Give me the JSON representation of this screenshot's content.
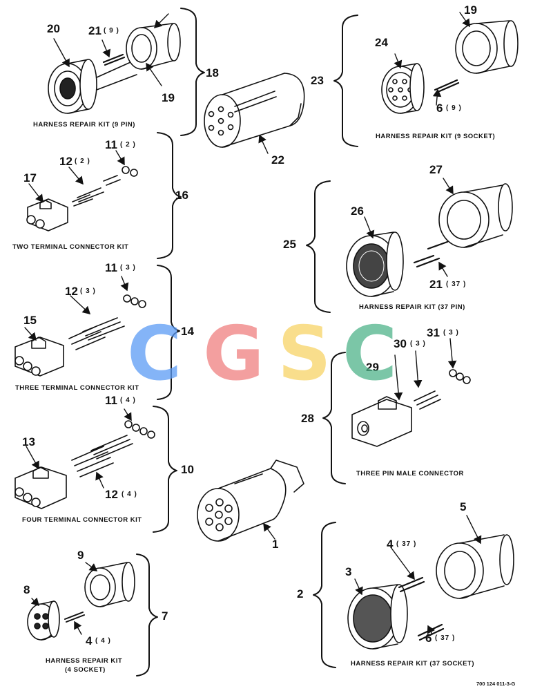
{
  "callouts": {
    "n1": "1",
    "n2": "2",
    "n3": "3",
    "n4a": "4",
    "n4b": "4",
    "n5": "5",
    "n6a": "6",
    "n6b": "6",
    "n7": "7",
    "n8": "8",
    "n9": "9",
    "n10": "10",
    "n11a": "11",
    "n11b": "11",
    "n11c": "11",
    "n12a": "12",
    "n12b": "12",
    "n12c": "12",
    "n13": "13",
    "n14": "14",
    "n15": "15",
    "n16": "16",
    "n17": "17",
    "n18": "18",
    "n19a": "19",
    "n19b": "19",
    "n20": "20",
    "n21a": "21",
    "n21b": "21",
    "n22": "22",
    "n23": "23",
    "n24": "24",
    "n25": "25",
    "n26": "26",
    "n27": "27",
    "n28": "28",
    "n29": "29",
    "n30": "30",
    "n31": "31"
  },
  "quantities": {
    "q21a": "( 9 )",
    "q11a": "( 2 )",
    "q12a": "( 2 )",
    "q6a": "( 9 )",
    "q11b": "( 3 )",
    "q12b": "( 3 )",
    "q21b": "( 37 )",
    "q30": "( 3 )",
    "q31": "( 3 )",
    "q11c": "( 4 )",
    "q12c": "( 4 )",
    "q4a": "( 37 )",
    "q4b": "( 4 )",
    "q6b": "( 37 )"
  },
  "captions": {
    "kit_9pin": "HARNESS REPAIR KIT (9 PIN)",
    "kit_9socket": "HARNESS REPAIR KIT (9 SOCKET)",
    "two_terminal": "TWO TERMINAL CONNECTOR KIT",
    "kit_37pin": "HARNESS REPAIR KIT (37 PIN)",
    "three_terminal": "THREE TERMINAL CONNECTOR KIT",
    "three_pin_male": "THREE PIN MALE CONNECTOR",
    "four_terminal": "FOUR TERMINAL CONNECTOR KIT",
    "kit_4socket_l1": "HARNESS REPAIR KIT",
    "kit_4socket_l2": "(4 SOCKET)",
    "kit_37socket": "HARNESS REPAIR KIT (37 SOCKET)"
  },
  "figure_id": "700 124 011-3-G",
  "watermark": {
    "letters": [
      "C",
      "G",
      "S",
      "C"
    ],
    "colors": [
      "#5b9bf5",
      "#f08080",
      "#f7d466",
      "#4fb38a"
    ]
  }
}
